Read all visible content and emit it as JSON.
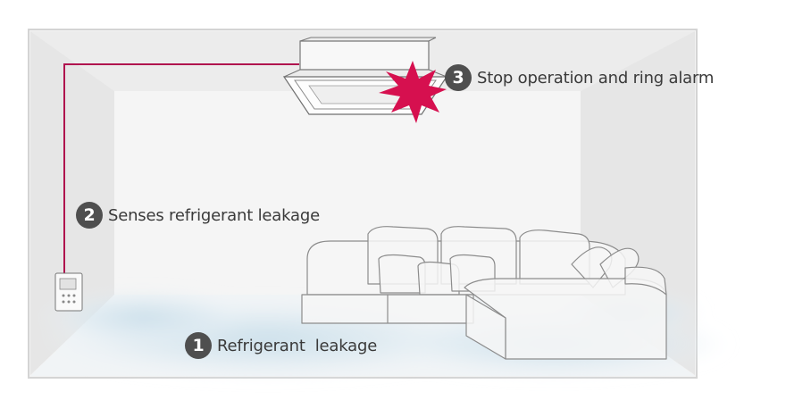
{
  "steps": [
    {
      "number": "1",
      "label": "Refrigerant  leakage"
    },
    {
      "number": "2",
      "label": "Senses refrigerant leakage"
    },
    {
      "number": "3",
      "label": "Stop operation and ring alarm"
    }
  ],
  "colors": {
    "wire": "#b0114e",
    "alarm_burst": "#d6104f",
    "badge": "#4f4f4f",
    "room_wall": "#e9e9e9",
    "room_border": "#d0d0d0",
    "leak_haze": "#cfe3ee"
  },
  "icons": {
    "ceiling_unit": "cassette-ac-unit-icon",
    "alarm": "alarm-burst-icon",
    "sensor": "leak-sensor-icon",
    "sofa": "sofa-icon"
  }
}
